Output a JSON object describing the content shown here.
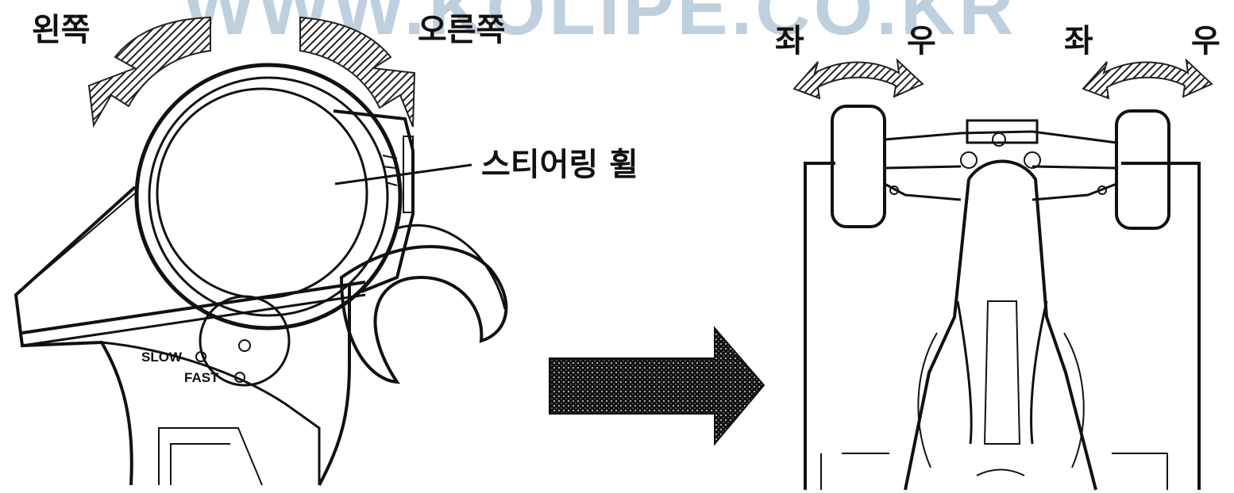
{
  "watermark": "WWW.KOLIPE.CO.KR",
  "transmitter": {
    "left_label": "왼쪽",
    "right_label": "오른쪽",
    "wheel_callout": "스티어링 휠",
    "slow_label": "SLOW",
    "fast_label": "FAST"
  },
  "car": {
    "front_left_left": "좌",
    "front_left_right": "우",
    "front_right_left": "좌",
    "front_right_right": "우"
  },
  "colors": {
    "ink": "#111111",
    "hatch": "#333333",
    "background": "#ffffff"
  }
}
